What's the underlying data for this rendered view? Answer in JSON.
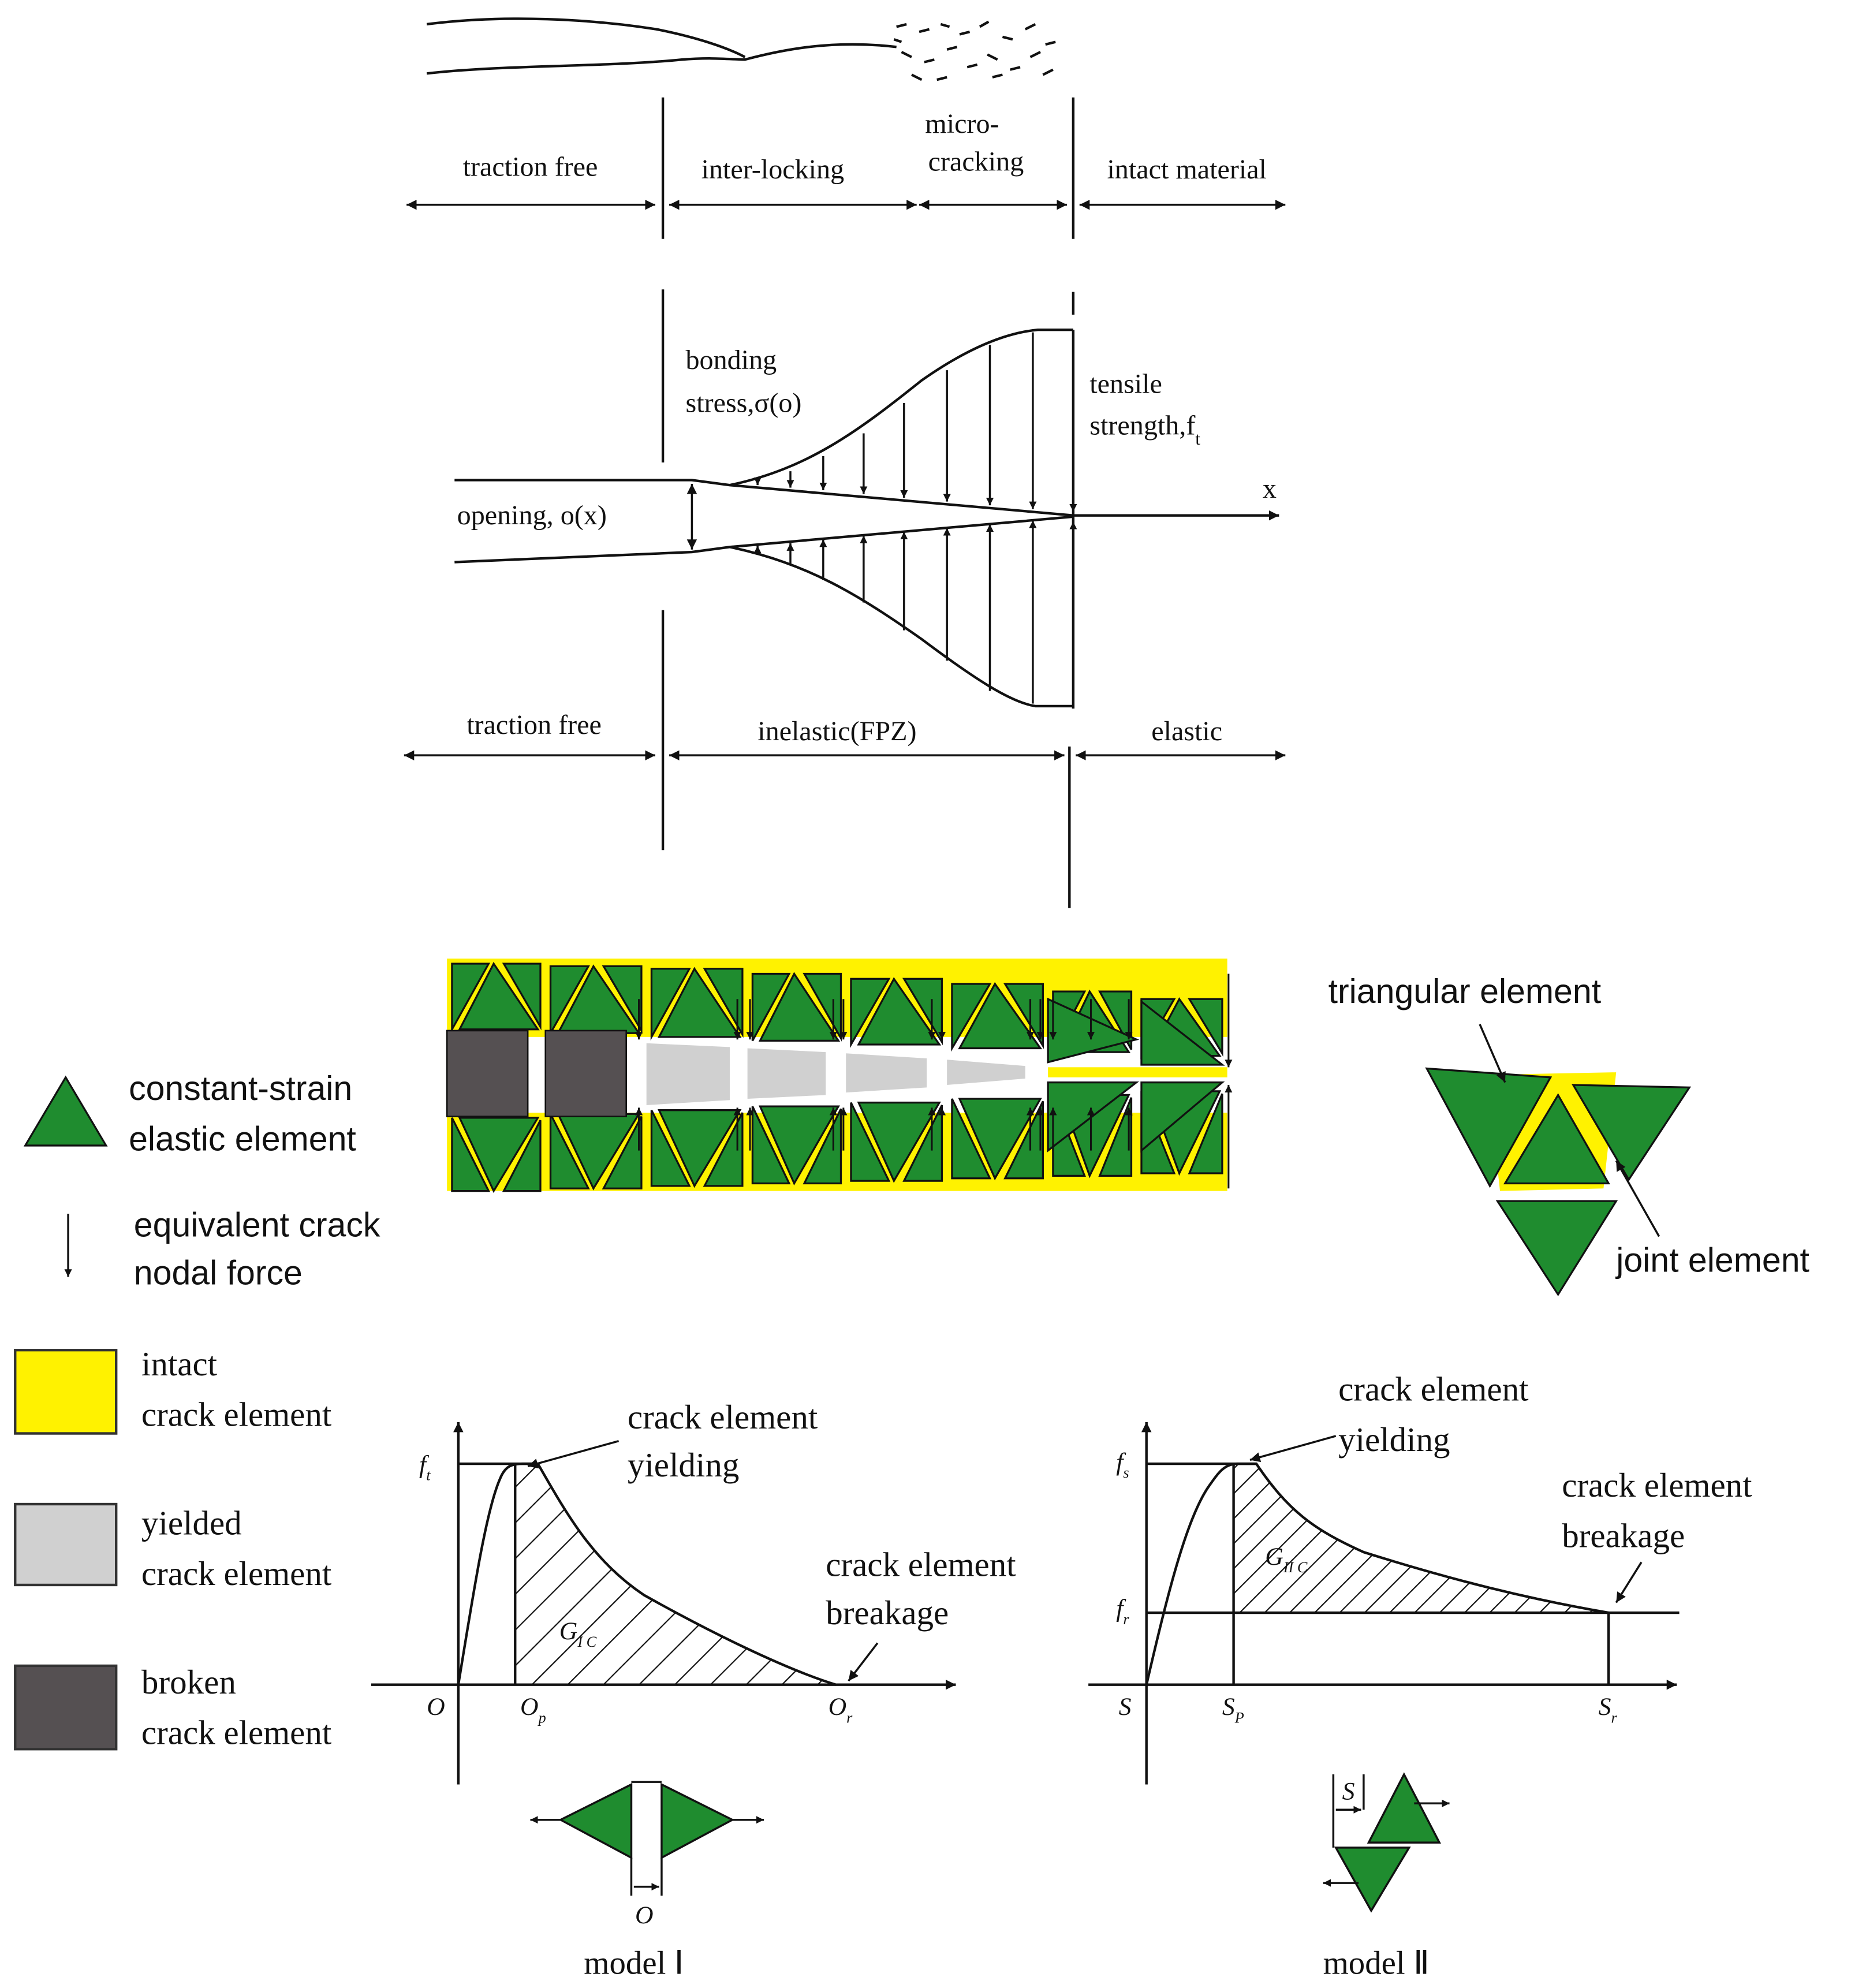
{
  "colors": {
    "element": "#1f8c2f",
    "joint": "#fff200",
    "yielded": "#d0d0d0",
    "broken": "#555052",
    "line": "#111111"
  },
  "zones_top": {
    "traction_free": "traction free",
    "inter_locking": "inter-locking",
    "micro_cracking": [
      "micro-",
      "cracking"
    ],
    "intact_material": "intact material"
  },
  "stress_labels": {
    "bonding": [
      "bonding",
      "stress,σ(o)"
    ],
    "tensile": [
      "tensile",
      "strength,f"
    ],
    "tensile_sub": "t",
    "x_axis": "x",
    "opening": "opening, o(x)"
  },
  "zones_bottom": {
    "traction_free": "traction free",
    "inelastic": "inelastic(FPZ)",
    "elastic": "elastic"
  },
  "legend": [
    {
      "icon": "green-triangle",
      "lines": [
        "constant-strain",
        "elastic element"
      ]
    },
    {
      "icon": "down-arrow",
      "lines": [
        "equivalent crack",
        "nodal force"
      ]
    },
    {
      "icon": "yellow-square",
      "lines": [
        "intact",
        "crack element"
      ]
    },
    {
      "icon": "gray-square",
      "lines": [
        "yielded",
        "crack element"
      ]
    },
    {
      "icon": "dark-square",
      "lines": [
        "broken",
        "crack element"
      ]
    }
  ],
  "element_callouts": {
    "triangular": "triangular element",
    "joint": "joint element"
  },
  "model1": {
    "yield_label": [
      "crack element",
      "yielding"
    ],
    "break_label": [
      "crack element",
      "breakage"
    ],
    "y_tick": {
      "base": "f",
      "sub": "t"
    },
    "area": {
      "base": "G",
      "sub": "I C"
    },
    "x_ticks": [
      {
        "base": "O",
        "sub": ""
      },
      {
        "base": "O",
        "sub": "p"
      },
      {
        "base": "O",
        "sub": "r"
      }
    ],
    "gap_label": "O",
    "caption": "model Ⅰ"
  },
  "model2": {
    "yield_label": [
      "crack element",
      "yielding"
    ],
    "break_label": [
      "crack element",
      "breakage"
    ],
    "y_ticks": [
      {
        "base": "f",
        "sub": "s"
      },
      {
        "base": "f",
        "sub": "r"
      }
    ],
    "area": {
      "base": "G",
      "sub": "II C"
    },
    "x_ticks": [
      {
        "base": "S",
        "sub": ""
      },
      {
        "base": "S",
        "sub": "P"
      },
      {
        "base": "S",
        "sub": "r"
      }
    ],
    "slip_label": "S",
    "caption": "model Ⅱ"
  }
}
